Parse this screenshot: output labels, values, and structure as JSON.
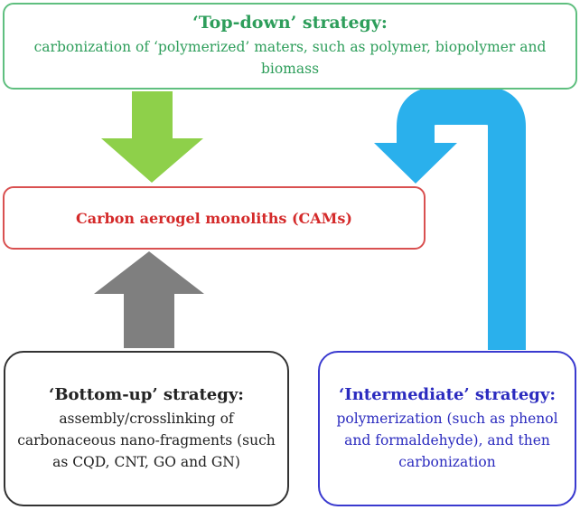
{
  "top_down": {
    "title": "‘Top-down’ strategy:",
    "description": "carbonization of ‘polymerized’ maters, such as polymer, biopolymer and biomass"
  },
  "center": {
    "title": "Carbon aerogel monoliths (CAMs)"
  },
  "bottom_up": {
    "title": "‘Bottom-up’ strategy:",
    "description": "assembly/crosslinking of carbonaceous nano-fragments (such as CQD, CNT, GO and GN)"
  },
  "intermediate": {
    "title": "‘Intermediate’ strategy:",
    "description": "polymerization (such as phenol and formaldehyde), and then carbonization"
  },
  "colors": {
    "top_down": "#2e9e5b",
    "center": "#d42a2a",
    "bottom_up": "#222222",
    "intermediate": "#2b2bbf",
    "green_arrow": "#8ed04a",
    "gray_arrow": "#7f7f7f",
    "blue_arrow": "#2ab0ec"
  }
}
